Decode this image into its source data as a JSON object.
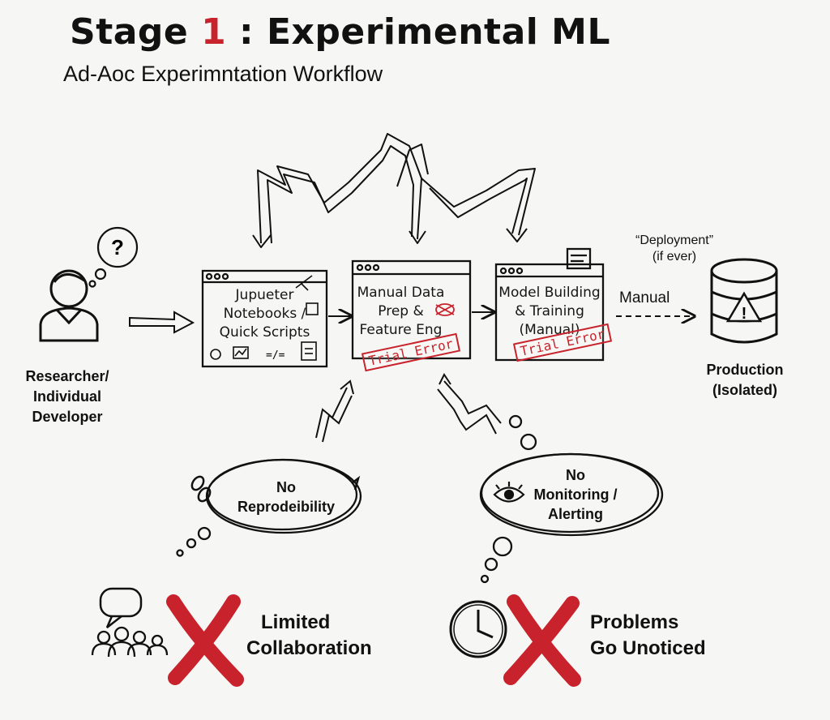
{
  "header": {
    "title_prefix": "Stage",
    "title_number": "1",
    "title_suffix": ": Experimental ML",
    "subtitle": "Ad-Aoc Experimntation Workflow"
  },
  "actor": {
    "label_line1": "Researcher/",
    "label_line2": "Individual",
    "label_line3": "Developer"
  },
  "steps": [
    {
      "line1": "Jupueter",
      "line2": "Notebooks /",
      "line3": "Quick Scripts"
    },
    {
      "line1": "Manual Data",
      "line2": "Prep &",
      "line3": "Feature Eng",
      "stamp": "Trial Error"
    },
    {
      "line1": "Model Building",
      "line2": "& Training",
      "line3": "(Manual)",
      "stamp": "Trial Error"
    }
  ],
  "deployment": {
    "note_line1": "“Deployment”",
    "note_line2": "(if ever)",
    "arrow_label": "Manual",
    "target_line1": "Production",
    "target_line2": "(Isolated)"
  },
  "issues": [
    {
      "line1": "No",
      "line2": "Reprodeibility"
    },
    {
      "line1": "No",
      "line2": "Monitoring /",
      "line3": "Alerting"
    }
  ],
  "consequences": [
    {
      "line1": "Limited",
      "line2": "Collaboration"
    },
    {
      "line1": "Problems",
      "line2": "Go Unoticed"
    }
  ],
  "colors": {
    "accent": "#c8232c",
    "ink": "#111111",
    "background": "#f6f6f4"
  }
}
